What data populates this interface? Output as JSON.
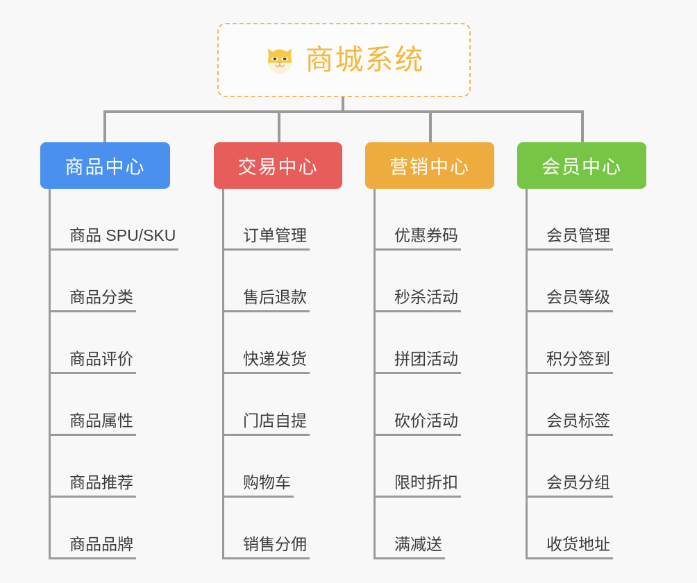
{
  "diagram": {
    "title": "商城系统",
    "root": {
      "label": "商城系统",
      "icon": "shiba-dog-face-icon",
      "border_color": "#f0b860",
      "text_color": "#f5b73f",
      "background": "#fcfcfc"
    },
    "line_color": "#9a9a9a",
    "canvas_background": "#f8f8f8",
    "branches": [
      {
        "label": "商品中心",
        "color": "#4a90ef",
        "items": [
          "商品 SPU/SKU",
          "商品分类",
          "商品评价",
          "商品属性",
          "商品推荐",
          "商品品牌"
        ]
      },
      {
        "label": "交易中心",
        "color": "#e75d59",
        "items": [
          "订单管理",
          "售后退款",
          "快递发货",
          "门店自提",
          "购物车",
          "销售分佣"
        ]
      },
      {
        "label": "营销中心",
        "color": "#eeac3e",
        "items": [
          "优惠券码",
          "秒杀活动",
          "拼团活动",
          "砍价活动",
          "限时折扣",
          "满减送"
        ]
      },
      {
        "label": "会员中心",
        "color": "#77c544",
        "items": [
          "会员管理",
          "会员等级",
          "积分签到",
          "会员标签",
          "会员分组",
          "收货地址"
        ]
      }
    ]
  }
}
